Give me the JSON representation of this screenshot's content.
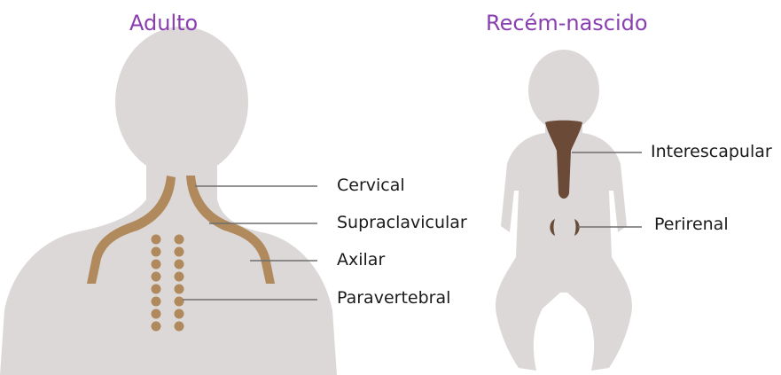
{
  "adult": {
    "title": "Adulto",
    "labels": {
      "cervical": "Cervical",
      "supraclavicular": "Supraclavicular",
      "axilar": "Axilar",
      "paravertebral": "Paravertebral"
    }
  },
  "newborn": {
    "title": "Recém-nascido",
    "labels": {
      "interescapular": "Interescapular",
      "perirenal": "Perirenal"
    }
  },
  "colors": {
    "silhouette": "#dcd8d8",
    "fat_adult": "#b08a5c",
    "fat_newborn": "#6b4a38",
    "leader_line": "#6e6e6e",
    "title": "#8a3fb0"
  }
}
